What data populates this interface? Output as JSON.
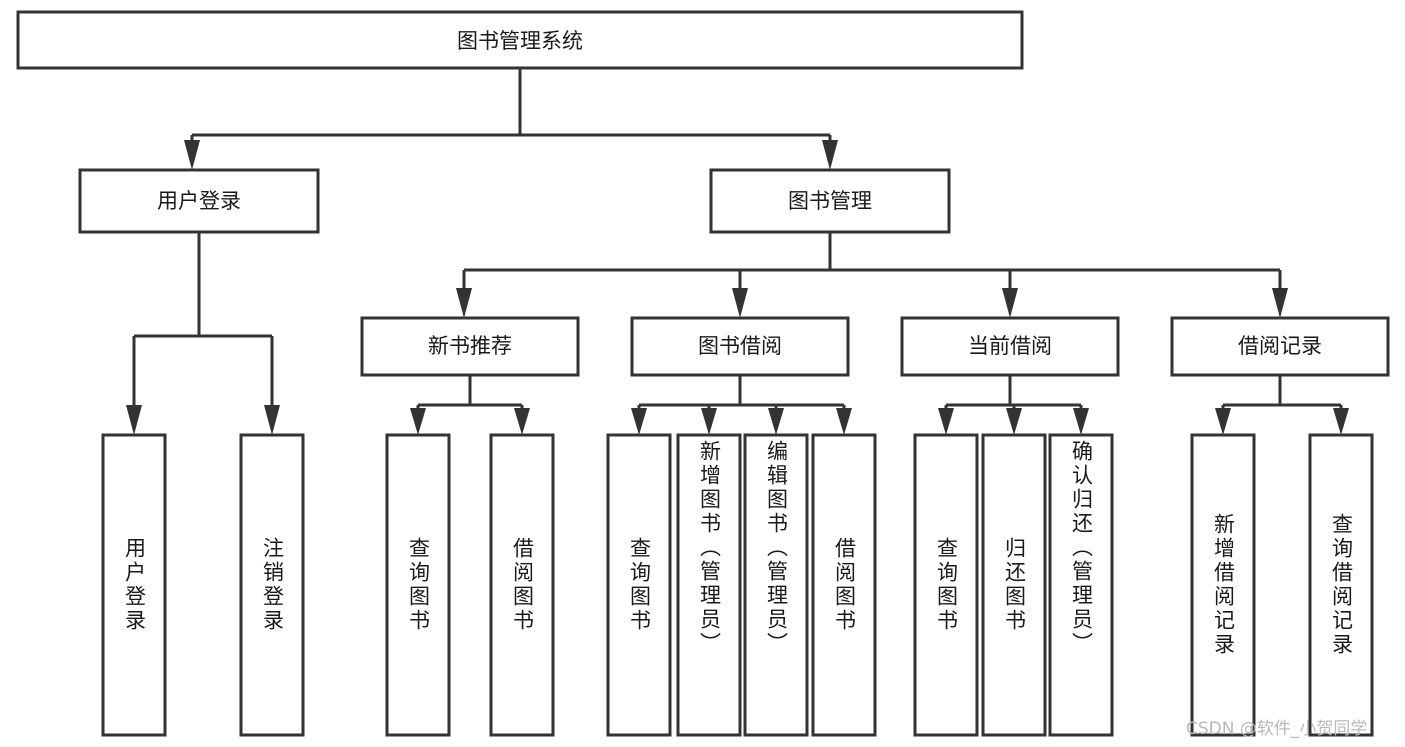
{
  "diagram": {
    "title": "图书管理系统",
    "root": {
      "label": "图书管理系统"
    },
    "level1": [
      {
        "label": "用户登录"
      },
      {
        "label": "图书管理"
      }
    ],
    "level2": [
      {
        "label": "新书推荐"
      },
      {
        "label": "图书借阅"
      },
      {
        "label": "当前借阅"
      },
      {
        "label": "借阅记录"
      }
    ],
    "leaves": {
      "user_login": [
        {
          "label": "用户登录"
        },
        {
          "label": "注销登录"
        }
      ],
      "new_book": [
        {
          "label": "查询图书"
        },
        {
          "label": "借阅图书"
        }
      ],
      "borrow_book": [
        {
          "label": "查询图书"
        },
        {
          "label": "新增图书（管理员）"
        },
        {
          "label": "编辑图书（管理员）"
        },
        {
          "label": "借阅图书"
        }
      ],
      "current_borrow": [
        {
          "label": "查询图书"
        },
        {
          "label": "归还图书"
        },
        {
          "label": "确认归还（管理员）"
        }
      ],
      "borrow_record": [
        {
          "label": "新增借阅记录"
        },
        {
          "label": "查询借阅记录"
        }
      ]
    }
  },
  "watermark": {
    "text": "CSDN @软件_小贺同学"
  },
  "colors": {
    "stroke": "#333333",
    "fill": "#ffffff",
    "text": "#1a1a1a",
    "watermark": "#b9b9b9"
  },
  "chart_data": {
    "type": "table",
    "title": "图书管理系统 功能结构图",
    "hierarchy": [
      {
        "level": 0,
        "label": "图书管理系统",
        "children": [
          {
            "level": 1,
            "label": "用户登录",
            "children": [
              {
                "level": 2,
                "label": "用户登录"
              },
              {
                "level": 2,
                "label": "注销登录"
              }
            ]
          },
          {
            "level": 1,
            "label": "图书管理",
            "children": [
              {
                "level": 2,
                "label": "新书推荐",
                "children": [
                  {
                    "level": 3,
                    "label": "查询图书"
                  },
                  {
                    "level": 3,
                    "label": "借阅图书"
                  }
                ]
              },
              {
                "level": 2,
                "label": "图书借阅",
                "children": [
                  {
                    "level": 3,
                    "label": "查询图书"
                  },
                  {
                    "level": 3,
                    "label": "新增图书（管理员）"
                  },
                  {
                    "level": 3,
                    "label": "编辑图书（管理员）"
                  },
                  {
                    "level": 3,
                    "label": "借阅图书"
                  }
                ]
              },
              {
                "level": 2,
                "label": "当前借阅",
                "children": [
                  {
                    "level": 3,
                    "label": "查询图书"
                  },
                  {
                    "level": 3,
                    "label": "归还图书"
                  },
                  {
                    "level": 3,
                    "label": "确认归还（管理员）"
                  }
                ]
              },
              {
                "level": 2,
                "label": "借阅记录",
                "children": [
                  {
                    "level": 3,
                    "label": "新增借阅记录"
                  },
                  {
                    "level": 3,
                    "label": "查询借阅记录"
                  }
                ]
              }
            ]
          }
        ]
      }
    ]
  }
}
